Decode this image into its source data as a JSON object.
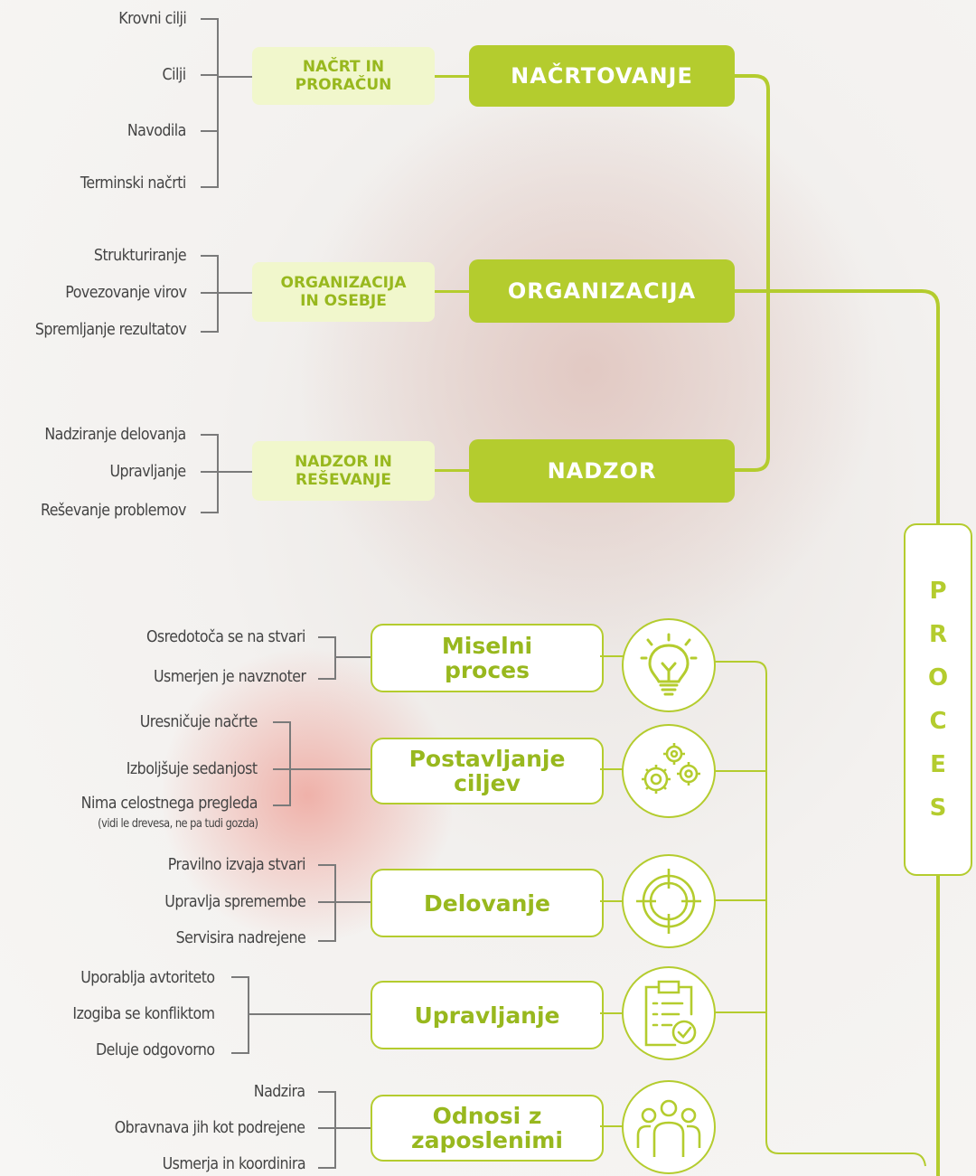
{
  "top": {
    "groups": [
      {
        "main": "NAČRTOVANJE",
        "sub": [
          "NAČRT IN",
          "PRORAČUN"
        ],
        "items": [
          "Krovni cilji",
          "Cilji",
          "Navodila",
          "Terminski načrti"
        ]
      },
      {
        "main": "ORGANIZACIJA",
        "sub": [
          "ORGANIZACIJA",
          "IN OSEBJE"
        ],
        "items": [
          "Strukturiranje",
          "Povezovanje virov",
          "Spremljanje rezultatov"
        ]
      },
      {
        "main": "NADZOR",
        "sub": [
          "NADZOR IN",
          "REŠEVANJE"
        ],
        "items": [
          "Nadziranje delovanja",
          "Upravljanje",
          "Reševanje problemov"
        ]
      }
    ]
  },
  "proces": {
    "letters": [
      "P",
      "R",
      "O",
      "C",
      "E",
      "S"
    ]
  },
  "bottom": {
    "rows": [
      {
        "title": [
          "Miselni",
          "proces"
        ],
        "icon": "lightbulb-icon",
        "items": [
          "Osredotoča se na stvari",
          "Usmerjen je navznoter"
        ]
      },
      {
        "title": [
          "Postavljanje",
          "ciljev"
        ],
        "icon": "gears-icon",
        "items": [
          "Uresničuje načrte",
          "Izboljšuje sedanjost",
          "Nima celostnega pregleda"
        ],
        "note": "(vidi le drevesa, ne pa tudi gozda)"
      },
      {
        "title": [
          "Delovanje"
        ],
        "icon": "target-icon",
        "items": [
          "Pravilno izvaja stvari",
          "Upravlja spremembe",
          "Servisira nadrejene"
        ]
      },
      {
        "title": [
          "Upravljanje"
        ],
        "icon": "clipboard-check-icon",
        "items": [
          "Uporablja avtoriteto",
          "Izogiba se konfliktom",
          "Deluje odgovorno"
        ]
      },
      {
        "title": [
          "Odnosi z",
          "zaposlenimi"
        ],
        "icon": "team-icon",
        "items": [
          "Nadzira",
          "Obravnava jih kot podrejene",
          "Usmerja in koordinira"
        ]
      }
    ]
  },
  "colors": {
    "accent": "#b4cc2e",
    "accent_text": "#98b81e",
    "sub_bg": "#f1f7cc",
    "line_gray": "#7a7a7a"
  }
}
